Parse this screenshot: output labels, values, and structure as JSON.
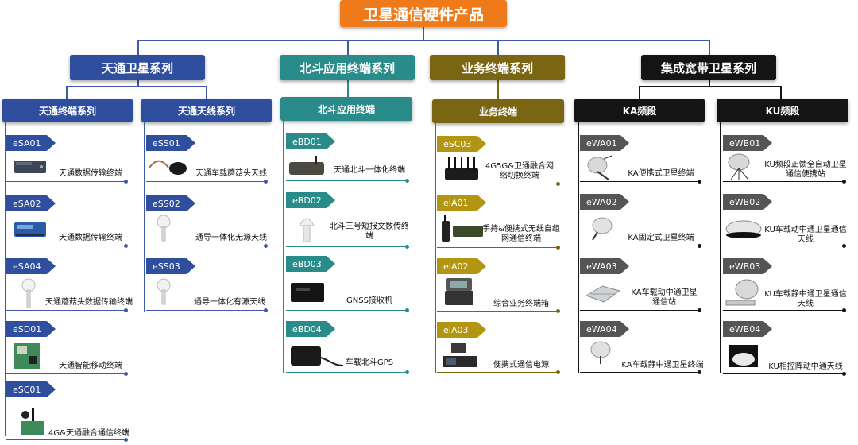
{
  "title": "卫星通信硬件产品",
  "colors": {
    "root": "#ee7a1a",
    "tiantong": "#2f4f9e",
    "beidou": "#2a8c8a",
    "yewu": "#7a6512",
    "kuandai": "#141414",
    "connector": "#3f5aa6"
  },
  "series": [
    {
      "name": "天通卫星系列"
    },
    {
      "name": "北斗应用终端系列"
    },
    {
      "name": "业务终端系列"
    },
    {
      "name": "集成宽带卫星系列"
    }
  ],
  "columns": [
    {
      "header": "天通终端系列",
      "items": [
        {
          "code": "eSA01",
          "name": "天通数据传输终端",
          "icon": "router-icon"
        },
        {
          "code": "eSA02",
          "name": "天通数据传输终端",
          "icon": "router-icon"
        },
        {
          "code": "eSA04",
          "name": "天通蘑菇头数据传输终端",
          "icon": "mushroom-antenna-icon"
        },
        {
          "code": "eSD01",
          "name": "天通智能移动终端",
          "icon": "circuit-board-icon"
        },
        {
          "code": "eSC01",
          "name": "4G&天通融合通信终端",
          "icon": "fusion-terminal-icon"
        }
      ]
    },
    {
      "header": "天通天线系列",
      "items": [
        {
          "code": "eSS01",
          "name": "天通车载蘑菇头天线",
          "icon": "vehicle-antenna-icon"
        },
        {
          "code": "eSS02",
          "name": "通导一体化无源天线",
          "icon": "mushroom-antenna-icon"
        },
        {
          "code": "eSS03",
          "name": "通导一体化有源天线",
          "icon": "mushroom-antenna-icon"
        }
      ]
    },
    {
      "header": "北斗应用终端",
      "items": [
        {
          "code": "eBD01",
          "name": "天通北斗一体化终端",
          "icon": "rugged-box-icon"
        },
        {
          "code": "eBD02",
          "name": "北斗三号短报文数传终端",
          "icon": "mushroom-antenna-icon"
        },
        {
          "code": "eBD03",
          "name": "GNSS接收机",
          "icon": "receiver-box-icon"
        },
        {
          "code": "eBD04",
          "name": "车载北斗GPS",
          "icon": "gps-unit-icon"
        }
      ]
    },
    {
      "header": "业务终端",
      "items": [
        {
          "code": "eSC03",
          "name": "4G5G&卫通融合网络切换终端",
          "icon": "multi-antenna-icon"
        },
        {
          "code": "eIA01",
          "name": "手持&便携式无线自组网通信终端",
          "icon": "handheld-radio-icon"
        },
        {
          "code": "eIA02",
          "name": "综合业务终端箱",
          "icon": "case-icon"
        },
        {
          "code": "eIA03",
          "name": "便携式通信电源",
          "icon": "power-supply-icon"
        }
      ]
    },
    {
      "header": "KA频段",
      "items": [
        {
          "code": "eWA01",
          "name": "KA便携式卫星终端",
          "icon": "dish-icon"
        },
        {
          "code": "eWA02",
          "name": "KA固定式卫星终端",
          "icon": "dish-icon"
        },
        {
          "code": "eWA03",
          "name": "KA车载动中通卫星通信站",
          "icon": "flat-panel-icon"
        },
        {
          "code": "eWA04",
          "name": "KA车载静中通卫星终端",
          "icon": "dish-icon"
        }
      ]
    },
    {
      "header": "KU频段",
      "items": [
        {
          "code": "eWB01",
          "name": "KU频段正馈全自动卫星通信便携站",
          "icon": "tripod-dish-icon"
        },
        {
          "code": "eWB02",
          "name": "KU车载动中通卫星通信天线",
          "icon": "radome-icon"
        },
        {
          "code": "eWB03",
          "name": "KU车载静中通卫星通信天线",
          "icon": "dish-icon"
        },
        {
          "code": "eWB04",
          "name": "KU相控阵动中通天线",
          "icon": "phased-array-icon"
        }
      ]
    }
  ]
}
